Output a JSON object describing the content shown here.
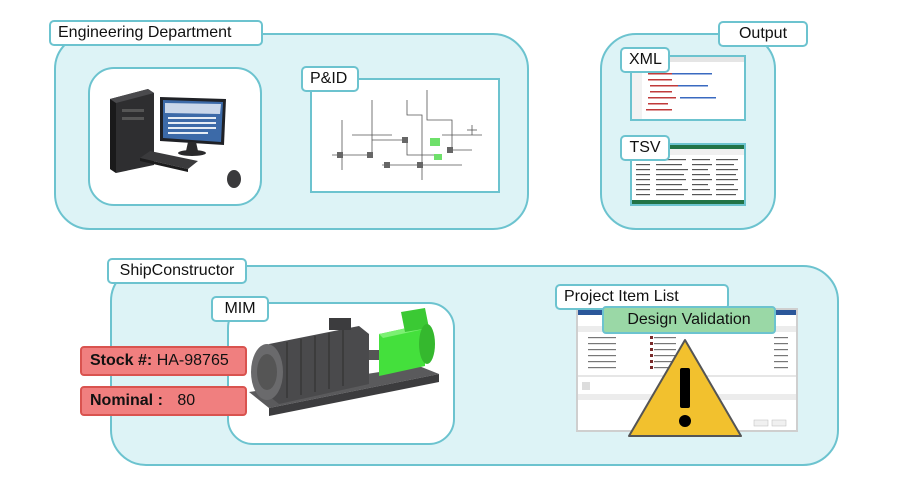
{
  "engineering": {
    "title": "Engineering Department",
    "pid_label": "P&ID"
  },
  "output": {
    "title": "Output",
    "xml_label": "XML",
    "tsv_label": "TSV"
  },
  "shipconstructor": {
    "title": "ShipConstructor",
    "mim_label": "MIM",
    "project_item_list_label": "Project Item List",
    "design_validation_label": "Design Validation"
  },
  "fields": {
    "stock_label": "Stock #:",
    "stock_value": "HA-98765",
    "nominal_label": "Nominal :",
    "nominal_value": "80"
  },
  "colors": {
    "group_fill": "#ddf3f6",
    "border_accent": "#6cc3cf",
    "field_red": "#f07f7f",
    "validation_green": "#9ad8a6",
    "warning_yellow": "#f2c12e",
    "pump_green": "#44e03c"
  },
  "icons": [
    "computer-workstation-icon",
    "pump-motor-icon",
    "warning-icon"
  ]
}
